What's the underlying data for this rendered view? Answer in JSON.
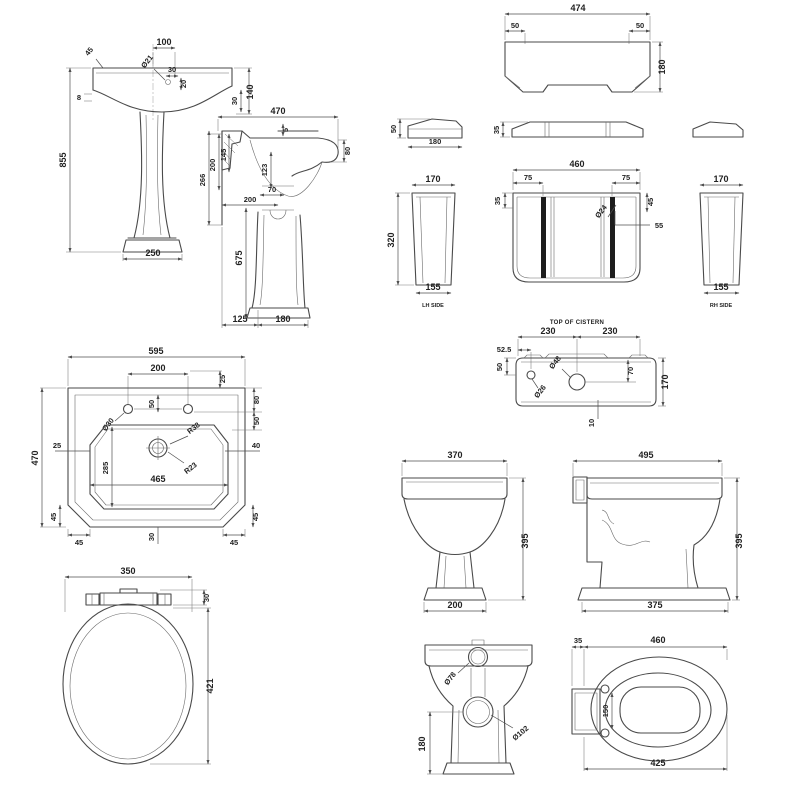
{
  "meta": {
    "background": "#ffffff",
    "line_color": "#4a4a4a",
    "text_color": "#222222"
  },
  "basin_front": {
    "d45": "45",
    "dia21": "Ø21",
    "d100": "100",
    "d30_top": "30",
    "d20": "20",
    "d140": "140",
    "d30_right": "30",
    "d8": "8",
    "d855": "855",
    "d250": "250"
  },
  "basin_side": {
    "d470": "470",
    "d5": "5",
    "d145": "145",
    "d200_upper": "200",
    "d266": "266",
    "d123": "123",
    "d80": "80",
    "d70": "70",
    "d200_lower": "200",
    "d675": "675",
    "d125": "125",
    "d180": "180"
  },
  "basin_plan": {
    "d595": "595",
    "d200": "200",
    "d25_top": "25",
    "d50_center": "50",
    "d80": "80",
    "d50_right": "50",
    "dia30": "Ø30",
    "r38": "R38",
    "r23": "R23",
    "d25_left": "25",
    "d40": "40",
    "d285": "285",
    "d465": "465",
    "d470": "470",
    "d45_left_v": "45",
    "d45_right_v": "45",
    "d45_left_h": "45",
    "d45_right_h": "45",
    "d30_bottom": "30"
  },
  "cistern_lid_plan": {
    "d474": "474",
    "d50_left": "50",
    "d50_right": "50",
    "d180": "180"
  },
  "cistern_lid_side": {
    "d50": "50",
    "d180": "180"
  },
  "cistern_lid_front": {
    "d35": "35"
  },
  "cistern_lh": {
    "d170": "170",
    "d320": "320",
    "d155": "155",
    "caption": "LH SIDE"
  },
  "cistern_front": {
    "d460": "460",
    "d75_left": "75",
    "d75_right": "75",
    "d35": "35",
    "dia24": "Ø24",
    "d45": "45",
    "d55": "55"
  },
  "cistern_rh": {
    "d170": "170",
    "d155": "155",
    "caption": "RH SIDE"
  },
  "cistern_plan": {
    "title": "TOP OF CISTERN",
    "d230_left": "230",
    "d230_right": "230",
    "d52_5": "52.5",
    "d50": "50",
    "dia48": "Ø48",
    "dia26": "Ø26",
    "d70": "70",
    "d170": "170",
    "d10": "10"
  },
  "toilet_front": {
    "d370": "370",
    "d395": "395",
    "d200": "200"
  },
  "toilet_side": {
    "d495": "495",
    "d395": "395",
    "d375": "375"
  },
  "toilet_back": {
    "dia78": "Ø78",
    "dia102": "Ø102",
    "d180": "180"
  },
  "seat_front": {
    "d350": "350",
    "d30": "30",
    "d421": "421"
  },
  "seat_plan": {
    "d35": "35",
    "d460": "460",
    "d150": "150",
    "d425": "425"
  }
}
